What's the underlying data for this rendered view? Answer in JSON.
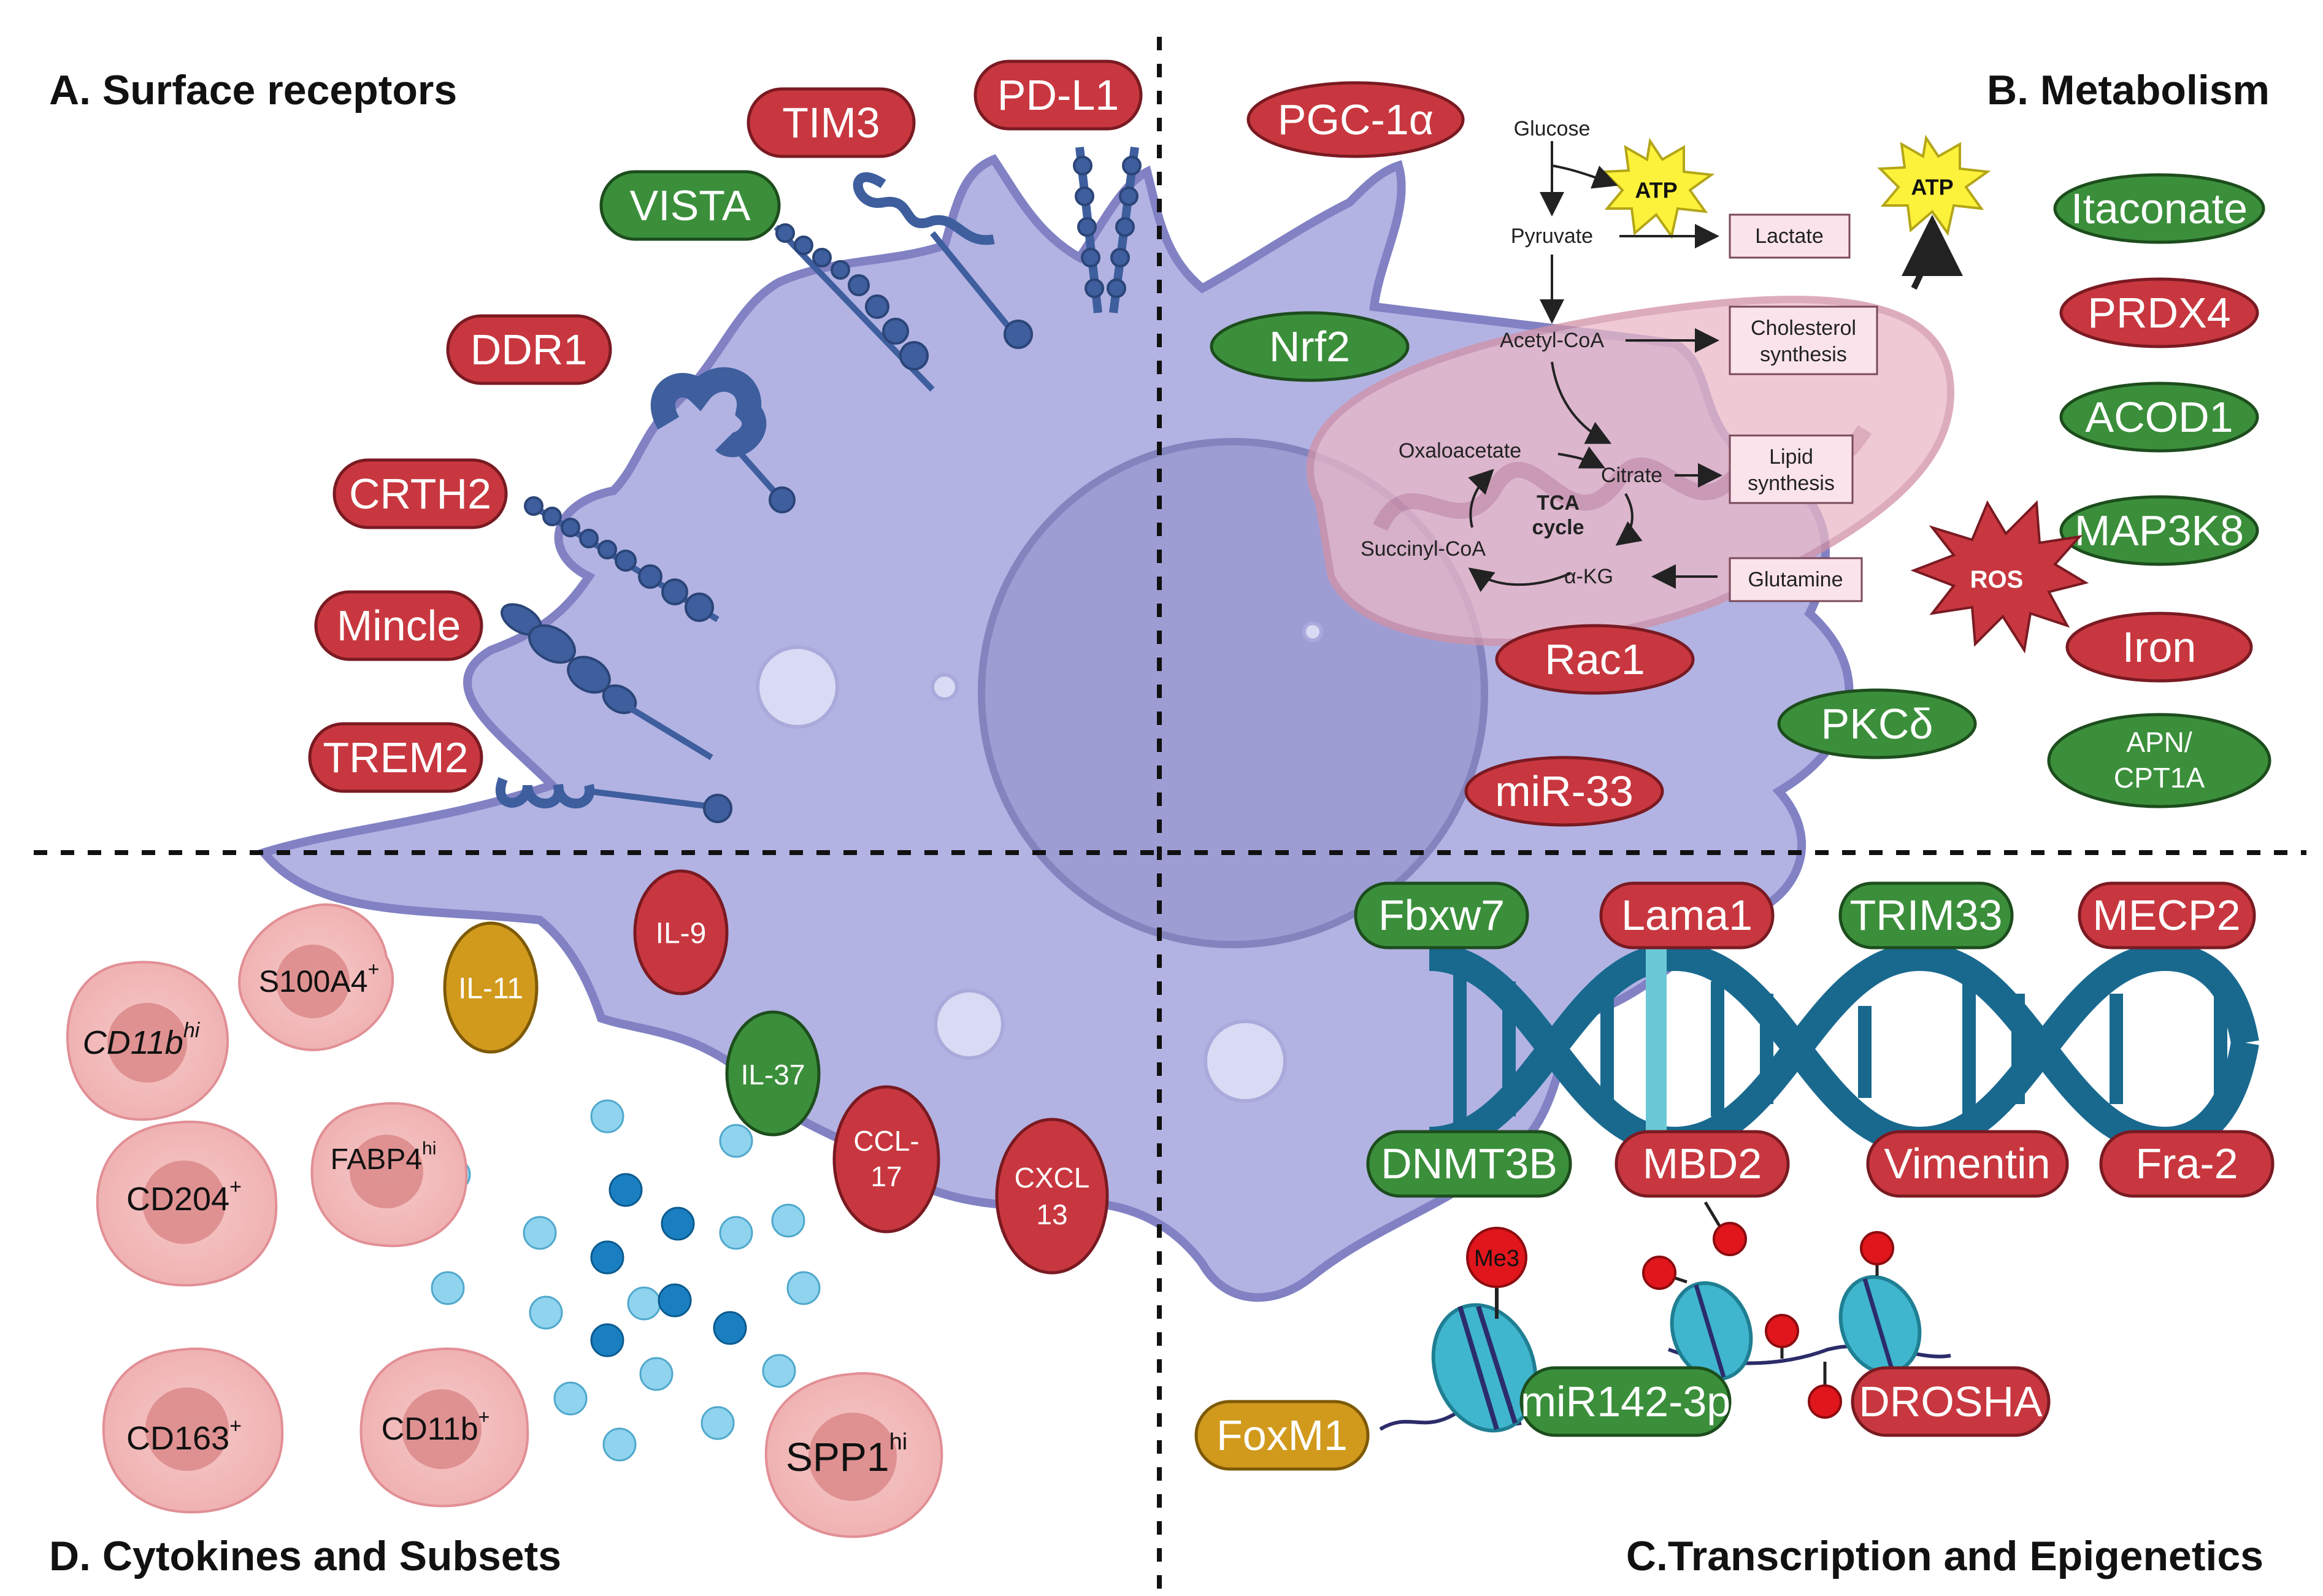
{
  "headings": {
    "a": "A. Surface receptors",
    "b": "B. Metabolism",
    "c": "C.Transcription and Epigenetics",
    "d": "D. Cytokines and Subsets"
  },
  "receptors": {
    "pdl1": "PD-L1",
    "tim3": "TIM3",
    "vista": "VISTA",
    "ddr1": "DDR1",
    "crth2": "CRTH2",
    "mincle": "Mincle",
    "trem2": "TREM2"
  },
  "metabolism": {
    "pgc1a": "PGC-1α",
    "nrf2": "Nrf2",
    "rac1": "Rac1",
    "mir33": "miR-33",
    "pkcd": "PKCδ",
    "itaconate": "Itaconate",
    "prdx4": "PRDX4",
    "acod1": "ACOD1",
    "map3k8": "MAP3K8",
    "iron": "Iron",
    "apn_line1": "APN/",
    "apn_line2": "CPT1A",
    "ros": "ROS",
    "atp1": "ATP",
    "atp2": "ATP"
  },
  "pathway": {
    "glucose": "Glucose",
    "pyruvate": "Pyruvate",
    "lactate": "Lactate",
    "acetyl_coa": "Acetyl-CoA",
    "cholesterol_1": "Cholesterol",
    "cholesterol_2": "synthesis",
    "oxaloacetate": "Oxaloacetate",
    "citrate": "Citrate",
    "lipid_1": "Lipid",
    "lipid_2": "synthesis",
    "tca_1": "TCA",
    "tca_2": "cycle",
    "succinyl": "Succinyl-CoA",
    "akg": "α-KG",
    "glutamine": "Glutamine"
  },
  "epigenetics": {
    "fbxw7": "Fbxw7",
    "lama1": "Lama1",
    "trim33": "TRIM33",
    "mecp2": "MECP2",
    "dnmt3b": "DNMT3B",
    "mbd2": "MBD2",
    "vimentin": "Vimentin",
    "fra2": "Fra-2",
    "me3": "Me3",
    "foxm1": "FoxM1",
    "mir142": "miR142-3p",
    "drosha": "DROSHA"
  },
  "cytokines": {
    "il11": "IL-11",
    "il9": "IL-9",
    "il37": "IL-37",
    "ccl17_1": "CCL-",
    "ccl17_2": "17",
    "cxcl13_1": "CXCL",
    "cxcl13_2": "13"
  },
  "subsets": {
    "s100a4": "S100A4",
    "s100a4_sup": "+",
    "cd11bhi": "CD11b",
    "cd11bhi_sup": "hi",
    "fabp4": "FABP4",
    "fabp4_sup": "hi",
    "cd204": "CD204",
    "cd204_sup": "+",
    "cd163": "CD163",
    "cd163_sup": "+",
    "cd11b": "CD11b",
    "cd11b_sup": "+",
    "spp1": "SPP1",
    "spp1_sup": "hi"
  },
  "colors": {
    "red": "#c8373f",
    "green": "#3b8f3b",
    "gold": "#d19a1c",
    "cell": "#b2b3e3",
    "cell_edge": "#8181c4",
    "dna": "#19698f",
    "receptor": "#3e5e9e"
  }
}
